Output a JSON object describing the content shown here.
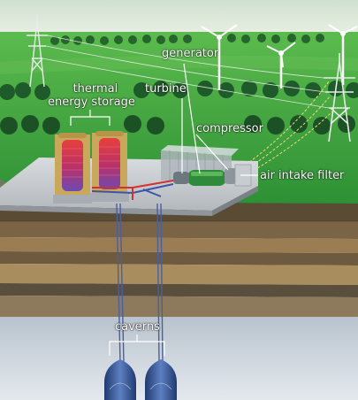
{
  "labels": {
    "generator": "generator",
    "turbine": "turbine",
    "thermal_line1": "thermal",
    "thermal_line2": "energy storage",
    "compressor": "compressor",
    "air_intake_filter": "air intake filter",
    "caverns": "caverns"
  },
  "colors": {
    "sky": "#d9e6d2",
    "field": "#2f9a3a",
    "field_light": "#4fb84a",
    "tree": "#1f5a2a",
    "platform": "#c8ccd0",
    "soil_dark": "#4b4130",
    "soil_brown": "#7a6343",
    "soil_tan": "#a68a5c",
    "bedrock": "#c6cfd8",
    "cavern_blue": "#2f4f8f",
    "heat_red": "#d4302e",
    "pipe_blue": "#3e53a8",
    "label_text": "#ffffff"
  },
  "icons": [
    "wind-turbine-icon",
    "power-pylon-icon",
    "tree-icon"
  ]
}
